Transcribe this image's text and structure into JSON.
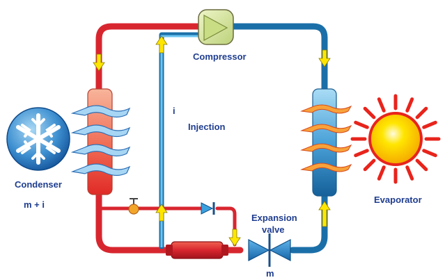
{
  "labels": {
    "compressor": "Compressor",
    "condenser": "Condenser",
    "evaporator": "Evaporator",
    "injection": "Injection",
    "expansion_valve_line1": "Expansion",
    "expansion_valve_line2": "valve",
    "flow_main": "m",
    "flow_injection": "i",
    "flow_condenser": "m + i"
  },
  "colors": {
    "hot_pipe": "#d8262f",
    "cold_pipe": "#1b6fa8",
    "injection_pipe": "#3aa4e0",
    "flow_arrow": "#ffe600",
    "condenser_body": "#f06a52",
    "evaporator_body": "#3f97d1",
    "compressor_body": "#d8e89a",
    "sun_core": "#ffe000",
    "sun_rays": "#e8241c",
    "snowflake_bg": "#1e6fb8",
    "label_text": "#1f3d8f"
  },
  "icons": [
    "snowflake-icon",
    "sun-icon",
    "compressor-icon",
    "expansion-valve-icon",
    "check-valve-icon",
    "solenoid-valve-icon"
  ]
}
